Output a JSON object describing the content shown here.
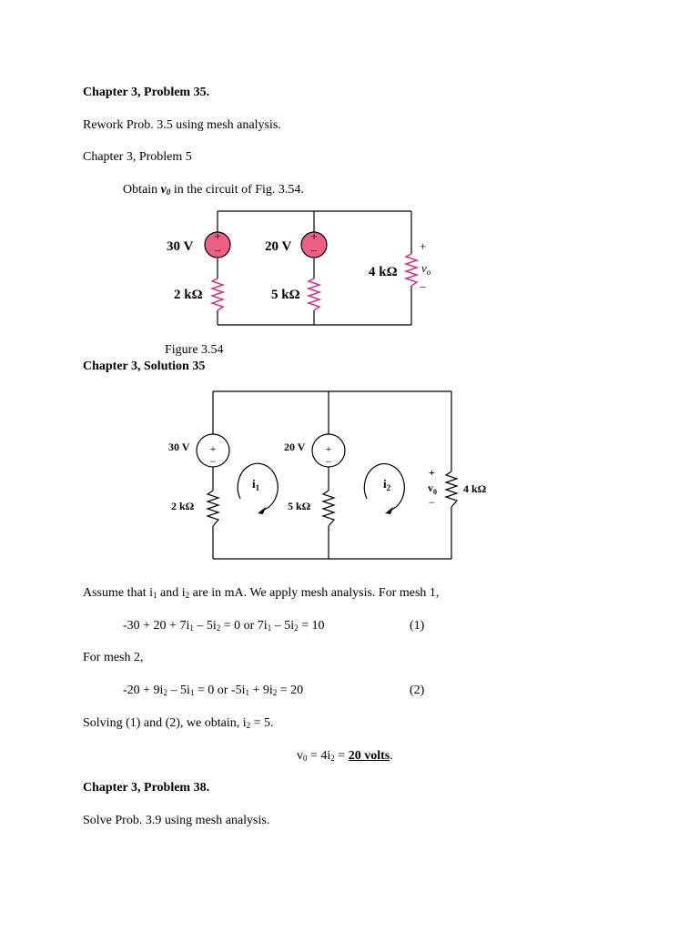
{
  "heading_p35": "Chapter 3, Problem 35.",
  "rework_text": "Rework Prob. 3.5 using mesh analysis.",
  "ref_problem5": "Chapter 3, Problem 5",
  "obtain": {
    "pre": "Obtain ",
    "var_main": "v",
    "var_sub": "0",
    "post": " in the circuit of Fig. 3.54."
  },
  "figure1": {
    "src1_label": "30 V",
    "src2_label": "20 V",
    "r1_label": "2 kΩ",
    "r2_label": "5 kΩ",
    "r3_label": "4 kΩ",
    "plus": "+",
    "minus": "−",
    "vo_main": "v",
    "vo_sub": "o",
    "colors": {
      "source_fill": "#ee5f86",
      "resistor": "#d6327a",
      "wire": "#000000"
    }
  },
  "figure_caption": "Figure 3.54",
  "heading_s35": "Chapter 3, Solution 35",
  "figure2": {
    "src1_label": "30 V",
    "src2_label": "20 V",
    "r1_label": "2 kΩ",
    "r2_label": "5 kΩ",
    "r3_label": "4 kΩ",
    "plus": "+",
    "minus": "−",
    "mesh1": {
      "main": "i",
      "sub": "1"
    },
    "mesh2": {
      "main": "i",
      "sub": "2"
    },
    "vo": {
      "main": "v",
      "sub": "0"
    }
  },
  "assume": {
    "p1": "Assume that i",
    "s1": "1",
    "p2": " and i",
    "s2": "2",
    "p3": " are in mA.  We apply mesh analysis.  For mesh 1,"
  },
  "eq1": {
    "a": "-30 + 20 + 7i",
    "a_s1": "1",
    "b": " – 5i",
    "b_s1": "2",
    "c": " = 0  or  7i",
    "c_s1": "1",
    "d": " – 5i",
    "d_s1": "2",
    "e": " = 10",
    "num": "(1)"
  },
  "for_mesh2": "For mesh 2,",
  "eq2": {
    "a": "-20 + 9i",
    "a_s1": "2",
    "b": " – 5i",
    "b_s1": "1",
    "c": " = 0  or  -5i",
    "c_s1": "1",
    "d": " + 9i",
    "d_s1": "2",
    "e": " = 20",
    "num": "(2)"
  },
  "solving": {
    "pre": "Solving (1) and (2), we obtain, i",
    "sub": "2",
    "post": " = 5."
  },
  "result": {
    "v": "v",
    "v_sub": "0",
    "mid": " = 4i",
    "i_sub": "2",
    "eq": " = ",
    "answer": "20 volts",
    "end": "."
  },
  "heading_p38": "Chapter 3, Problem 38.",
  "solve_text": "Solve Prob. 3.9 using mesh analysis."
}
